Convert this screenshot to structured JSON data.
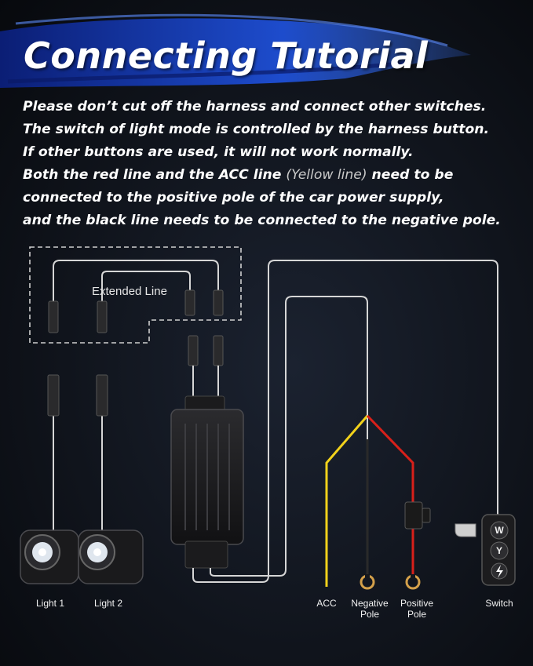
{
  "title": "Connecting Tutorial",
  "intro": {
    "line1": "Please don’t cut off the harness and connect other switches.",
    "line2": "The switch of light mode is controlled by the harness button.",
    "line3": "If other buttons are used, it will not work normally.",
    "line4_a": "Both the red line and the ACC line ",
    "line4_b": "(Yellow line)",
    "line4_c": " need to be",
    "line5": "connected to the positive pole of the car power supply,",
    "line6": "and the black line needs to be connected to the negative pole."
  },
  "diagram": {
    "extended_line_label": "Extended Line",
    "light1_label": "Light 1",
    "light2_label": "Light 2",
    "acc_label": "ACC",
    "negative_label_1": "Negative",
    "negative_label_2": "Pole",
    "positive_label_1": "Positive",
    "positive_label_2": "Pole",
    "switch_label": "Switch",
    "switch_buttons": [
      "W",
      "Y"
    ],
    "colors": {
      "acc_wire": "#f2d21b",
      "positive_wire": "#d8201a",
      "negative_wire": "#2a2a2a",
      "cable": "#d6d6d6",
      "accent": "#1f4fd8"
    }
  }
}
